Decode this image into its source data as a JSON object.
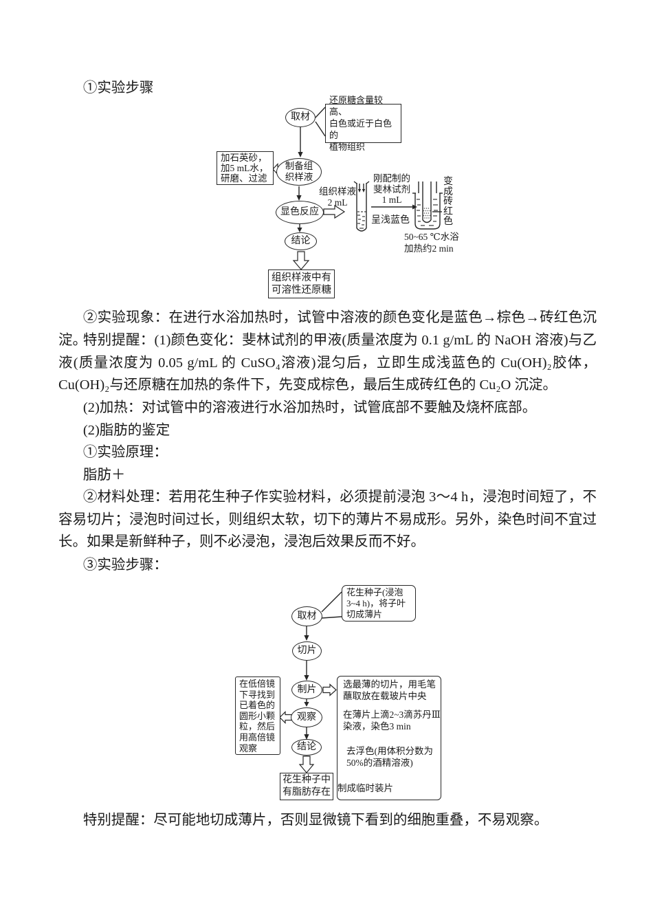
{
  "page": {
    "title1": "①实验步骤",
    "para_phenomenon": "②实验现象：在进行水浴加热时，试管中溶液的颜色变化是蓝色→棕色→砖红色沉淀。",
    "para_reminder1": "特别提醒：(1)颜色变化：斐林试剂的甲液(质量浓度为 0.1 g/mL 的 NaOH 溶液)与乙液(质量浓度为 0.05 g/mL 的 CuSO₄溶液)混匀后，立即生成浅蓝色的 Cu(OH)₂胶体，Cu(OH)₂与还原糖在加热的条件下，先变成棕色，最后生成砖红色的 Cu₂O 沉淀。",
    "para_heat": "(2)加热：对试管中的溶液进行水浴加热时，试管底部不要触及烧杯底部。",
    "fat_heading": "(2)脂肪的鉴定",
    "principle_heading": "①实验原理：",
    "fat_plus": "脂肪＋",
    "para_material": "②材料处理：若用花生种子作实验材料，必须提前浸泡 3～4 h，浸泡时间短了，不容易切片；浸泡时间过长，则组织太软，切下的薄片不易成形。另外，染色时间不宜过长。如果是新鲜种子，则不必浸泡，浸泡后效果反而不好。",
    "steps_heading": "③实验步骤：",
    "para_reminder2": "特别提醒：尽可能地切成薄片，否则显微镜下看到的细胞重叠，不易观察。"
  },
  "flowchart_sugar": {
    "node_sampling": "取材",
    "sampling_note": "还原糖含量较高、\n白色或近于白色的\n植物组织",
    "node_prepare": "制备组\n织样液",
    "prepare_note": "加石英砂，\n加5 mL水，\n研磨、过滤",
    "node_color_reaction": "显色反应",
    "node_conclusion": "结论",
    "conclusion_box": "组织样液中有\n可溶性还原糖",
    "sample_label": "组织样液\n2 mL",
    "reagent_label": "刚配制的\n斐林试剂\n1 mL",
    "tube_state": "呈浅蓝色",
    "bath_result_vertical": "变成砖红色",
    "bath_condition": "50~65 ℃水浴\n加热约2 min"
  },
  "flowchart_fat": {
    "node_sampling": "取材",
    "sampling_note": "花生种子(浸泡\n3~4 h)，将子叶\n切成薄片",
    "node_slicing": "切片",
    "node_mounting": "制片",
    "node_observe": "观察",
    "observe_note": "在低倍镜\n下寻找到\n已着色的\n圆形小颗\n粒，然后\n用高倍镜\n观察",
    "node_conclusion": "结论",
    "conclusion_box": "花生种子中\n有脂肪存在",
    "step1": "选最薄的切片，用毛笔\n蘸取放在载玻片中央",
    "step2": "在薄片上滴2~3滴苏丹Ⅲ\n染液，染色3 min",
    "step3": "去浮色(用体积分数为\n50%的酒精溶液)",
    "step4": "制成临时装片"
  }
}
